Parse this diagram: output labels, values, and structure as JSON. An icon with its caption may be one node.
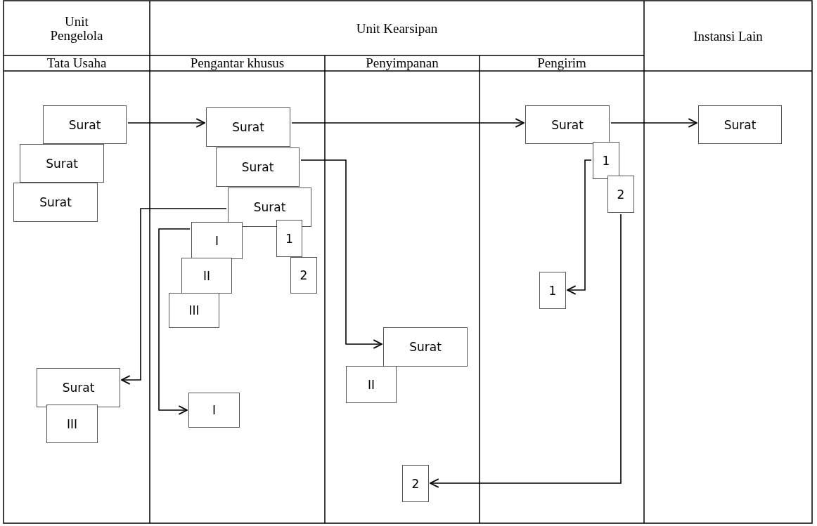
{
  "diagram": {
    "nodes": [
      {
        "text": [
          "Surat"
        ]
      },
      {
        "text": [
          "Surat"
        ]
      },
      {
        "text": [
          "Surat"
        ]
      },
      {
        "text": [
          "Surat"
        ]
      },
      {
        "text": [
          "Surat"
        ]
      },
      {
        "text": [
          "Surat"
        ]
      },
      {
        "text": [
          "I"
        ]
      },
      {
        "text": [
          "II"
        ]
      },
      {
        "text": [
          "III"
        ]
      },
      {
        "text": [
          "1"
        ]
      },
      {
        "text": [
          "2"
        ]
      },
      {
        "text": [
          "Surat"
        ]
      },
      {
        "text": [
          "1"
        ]
      },
      {
        "text": [
          "2"
        ]
      },
      {
        "text": [
          "1"
        ]
      },
      {
        "text": [
          "Surat"
        ]
      },
      {
        "text": [
          "Surat"
        ]
      },
      {
        "text": [
          "II"
        ]
      },
      {
        "text": [
          "Surat"
        ]
      },
      {
        "text": [
          "III"
        ]
      },
      {
        "text": [
          "I"
        ]
      },
      {
        "text": [
          "2"
        ]
      }
    ],
    "edges": [
      {
        "from": 0,
        "to": 3,
        "arrow": "to"
      },
      {
        "from": 3,
        "to": 11,
        "arrow": "to"
      },
      {
        "from": 11,
        "to": 15,
        "arrow": "to"
      },
      {
        "from": 4,
        "to": 16,
        "arrow": "to"
      },
      {
        "from": 5,
        "to": 18,
        "arrow": "to"
      },
      {
        "from": 6,
        "to": 20,
        "arrow": "to"
      },
      {
        "from": 12,
        "to": 14,
        "arrow": "to"
      },
      {
        "from": 13,
        "to": 21,
        "arrow": "to"
      }
    ],
    "labels": [
      "Unit Pengelola",
      "Unit Kearsipan",
      "Instansi Lain",
      "Tata Usaha",
      "Pengantar khusus",
      "Penyimpanan",
      "Pengirim"
    ]
  }
}
